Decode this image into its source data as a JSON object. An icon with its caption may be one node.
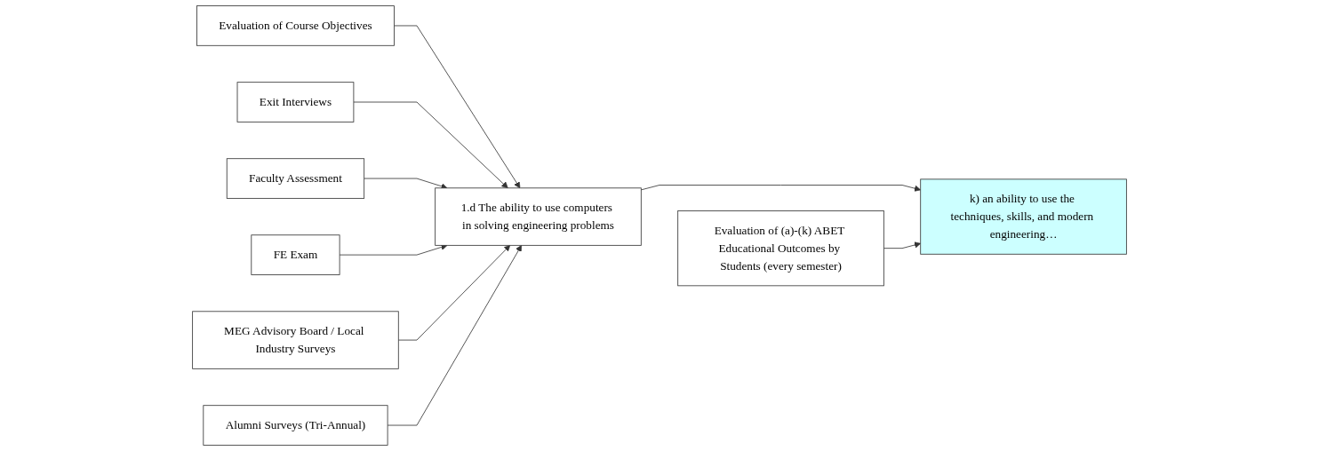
{
  "diagram": {
    "nodes": [
      {
        "text": [
          "Evaluation of Course Objectives"
        ]
      },
      {
        "text": [
          "Exit Interviews"
        ]
      },
      {
        "text": [
          "Faculty Assessment"
        ]
      },
      {
        "text": [
          "FE Exam"
        ]
      },
      {
        "text": [
          "MEG Advisory Board / Local Industry Surveys"
        ]
      },
      {
        "text": [
          "Alumni Surveys (Tri-Annual)"
        ]
      },
      {
        "text": [
          "1.d The ability to use computers in solving engineering problems"
        ]
      },
      {
        "text": [
          "Evaluation of (a)-(k) ABET Educational Outcomes by Students (every semester)"
        ]
      },
      {
        "text": [
          "k) an ability to use the techniques, skills, and modern engineering…"
        ]
      }
    ],
    "edges": [
      {
        "from": 0,
        "to": 6,
        "arrow": "to"
      },
      {
        "from": 1,
        "to": 6,
        "arrow": "to"
      },
      {
        "from": 2,
        "to": 6,
        "arrow": "to"
      },
      {
        "from": 3,
        "to": 6,
        "arrow": "to"
      },
      {
        "from": 4,
        "to": 6,
        "arrow": "to"
      },
      {
        "from": 5,
        "to": 6,
        "arrow": "to"
      },
      {
        "from": 6,
        "to": 8,
        "arrow": "to"
      },
      {
        "from": 7,
        "to": 8,
        "arrow": "to"
      }
    ]
  }
}
